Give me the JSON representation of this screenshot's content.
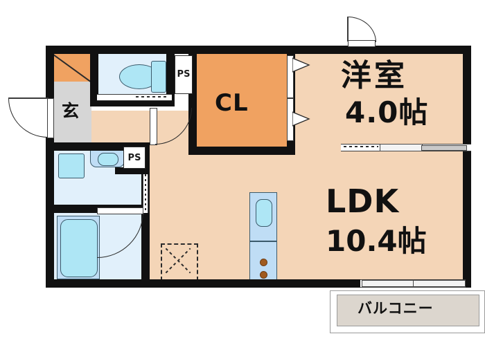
{
  "plan": {
    "type": "apartment-floor-plan",
    "unit": "帖",
    "rooms": [
      {
        "id": "washitsu",
        "label_line1": "洋室",
        "label_line2": "4.0帖",
        "name": "western-room"
      },
      {
        "id": "ldk",
        "label_line1": "LDK",
        "label_line2": "10.4帖",
        "name": "living-dining-kitchen"
      },
      {
        "id": "closet",
        "label_line1": "CL",
        "label_line2": "",
        "name": "closet"
      },
      {
        "id": "genkan",
        "label_line1": "玄",
        "label_line2": "",
        "name": "entrance"
      },
      {
        "id": "balcony",
        "label_line1": "バルコニー",
        "label_line2": "",
        "name": "balcony"
      }
    ],
    "service_shafts": [
      {
        "id": "ps-top",
        "label": "PS",
        "orientation": "vertical"
      },
      {
        "id": "ps-mid",
        "label": "PS",
        "orientation": "horizontal"
      }
    ],
    "fixtures": [
      {
        "id": "toilet",
        "name": "toilet-bowl"
      },
      {
        "id": "toilet-tank",
        "name": "toilet-tank"
      },
      {
        "id": "washer-space",
        "name": "washing-machine-space"
      },
      {
        "id": "vanity-sink",
        "name": "vanity-sink"
      },
      {
        "id": "bathtub",
        "name": "bathtub"
      },
      {
        "id": "kitchen-sink",
        "name": "kitchen-sink"
      },
      {
        "id": "stove-burner-1",
        "name": "stove-burner"
      },
      {
        "id": "stove-burner-2",
        "name": "stove-burner"
      },
      {
        "id": "shoe-closet",
        "name": "shoe-closet"
      },
      {
        "id": "storage-x",
        "name": "storage-hatch"
      }
    ],
    "openings": [
      {
        "id": "entrance-door",
        "name": "entrance-door",
        "kind": "swing"
      },
      {
        "id": "hall-door",
        "name": "hall-door",
        "kind": "swing"
      },
      {
        "id": "bath-door",
        "name": "bathroom-door",
        "kind": "swing"
      },
      {
        "id": "room-window-top",
        "name": "room-window",
        "kind": "swing"
      },
      {
        "id": "room-slider",
        "name": "room-sliding-door",
        "kind": "sliding"
      },
      {
        "id": "balcony-slider",
        "name": "balcony-sliding-door",
        "kind": "sliding"
      },
      {
        "id": "closet-doors",
        "name": "closet-folding-doors",
        "kind": "folding"
      }
    ]
  },
  "colors": {
    "wall": "#111111",
    "floor": "#F4D5B7",
    "closet_fill": "#F0A261",
    "tile": "#E1F0FB",
    "water": "#AEE6F5",
    "entry_fill": "#D6D6D6",
    "balcony_fill": "#DCD6CE",
    "burner": "#A05A1E"
  }
}
